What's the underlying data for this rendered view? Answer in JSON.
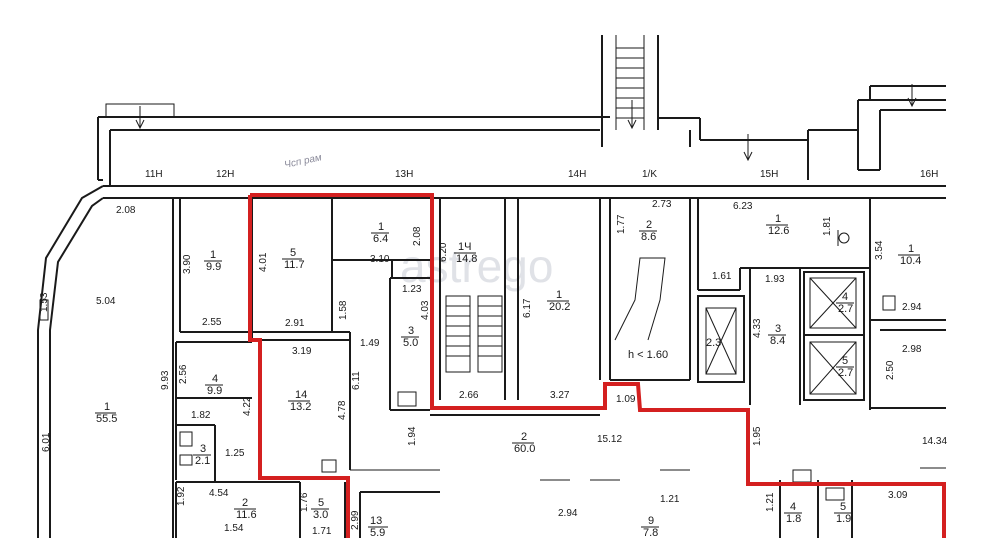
{
  "axes": [
    "11H",
    "12H",
    "13H",
    "14H",
    "1/K",
    "15H",
    "16H"
  ],
  "dimensions": {
    "d_208a": "2.08",
    "d_153": "1.53",
    "d_504": "5.04",
    "d_601": "6.01",
    "d_390": "3.90",
    "d_255": "2.55",
    "d_401": "4.01",
    "d_291": "2.91",
    "d_310": "3.10",
    "d_208b": "2.08",
    "d_158": "1.58",
    "d_123": "1.23",
    "d_403": "4.03",
    "d_149": "1.49",
    "d_620": "6.20",
    "d_266": "2.66",
    "d_617": "6.17",
    "d_327": "3.27",
    "d_177": "1.77",
    "d_273": "2.73",
    "d_623": "6.23",
    "d_181": "1.81",
    "d_161": "1.61",
    "d_193": "1.93",
    "d_433": "4.33",
    "d_354": "3.54",
    "d_294": "2.94",
    "d_298": "2.98",
    "d_250": "2.50",
    "d_1434": "14.34",
    "d_993": "9.93",
    "d_256": "2.56",
    "d_182": "1.82",
    "d_319": "3.19",
    "d_422": "4.22",
    "d_611": "6.11",
    "d_478": "4.78",
    "d_125": "1.25",
    "d_194": "1.94",
    "d_1512": "15.12",
    "d_109": "1.09",
    "d_195": "1.95",
    "d_454": "4.54",
    "d_192": "1.92",
    "d_154": "1.54",
    "d_176": "1.76",
    "d_171": "1.71",
    "d_299": "2.99",
    "d_294b": "2.94",
    "d_121a": "1.21",
    "d_121b": "1.21",
    "d_309": "3.09"
  },
  "rooms": {
    "r1_55": {
      "n": "1",
      "a": "55.5"
    },
    "r1_99": {
      "n": "1",
      "a": "9.9"
    },
    "r5_117": {
      "n": "5",
      "a": "11.7"
    },
    "r1_64": {
      "n": "1",
      "a": "6.4"
    },
    "r1_148": {
      "n": "1Ч",
      "a": "14.8"
    },
    "r1_202": {
      "n": "1",
      "a": "20.2"
    },
    "r2_86": {
      "n": "2",
      "a": "8.6"
    },
    "r1_126": {
      "n": "1",
      "a": "12.6"
    },
    "r1_104": {
      "n": "1",
      "a": "10.4"
    },
    "r4_99": {
      "n": "4",
      "a": "9.9"
    },
    "r14_132": {
      "n": "14",
      "a": "13.2"
    },
    "r3_50": {
      "n": "3",
      "a": "5.0"
    },
    "r2_600": {
      "n": "2",
      "a": "60.0"
    },
    "r3_21": {
      "n": "3",
      "a": "2.1"
    },
    "r2_116": {
      "n": "2",
      "a": "11.6"
    },
    "r5_30": {
      "n": "5",
      "a": "3.0"
    },
    "r13_59": {
      "n": "13",
      "a": "5.9"
    },
    "r9_78": {
      "n": "9",
      "a": "7.8"
    },
    "r3_84": {
      "n": "3",
      "a": "8.4"
    },
    "r4_27": {
      "n": "4",
      "a": "2.7"
    },
    "r5_27": {
      "n": "5",
      "a": "2.7"
    },
    "r_23": {
      "n": "",
      "a": "2.3"
    },
    "r4_18": {
      "n": "4",
      "a": "1.8"
    },
    "r5_19": {
      "n": "5",
      "a": "1.9"
    }
  },
  "notes": {
    "height": "h < 1.60",
    "handwritten": "Чсп рам"
  },
  "watermark": "astrego",
  "colors": {
    "outline": "#d42020",
    "lines": "#1a1a1a"
  }
}
